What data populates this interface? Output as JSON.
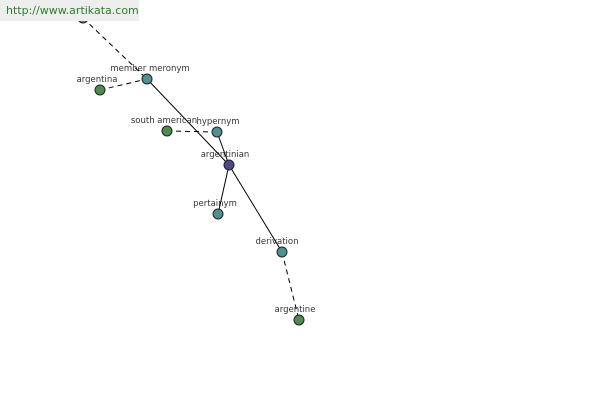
{
  "banner": {
    "text": "http://www.artikata.com"
  },
  "graph": {
    "colors": {
      "center": "#4a4a8c",
      "relation": "#4f9090",
      "word": "#4f8a4f"
    },
    "nodes": [
      {
        "id": "top",
        "label": "",
        "kind": "word"
      },
      {
        "id": "member-meronym",
        "label": "member meronym",
        "kind": "relation"
      },
      {
        "id": "argentina",
        "label": "argentina",
        "kind": "word"
      },
      {
        "id": "south-american",
        "label": "south american",
        "kind": "word"
      },
      {
        "id": "hypernym",
        "label": "hypernym",
        "kind": "relation"
      },
      {
        "id": "argentinian",
        "label": "argentinian",
        "kind": "center"
      },
      {
        "id": "pertainym",
        "label": "pertainym",
        "kind": "relation"
      },
      {
        "id": "derivation",
        "label": "derivation",
        "kind": "relation"
      },
      {
        "id": "argentine",
        "label": "argentine",
        "kind": "word"
      }
    ],
    "edges": [
      {
        "from": "top",
        "to": "member-meronym",
        "style": "dashed"
      },
      {
        "from": "argentina",
        "to": "member-meronym",
        "style": "dashed"
      },
      {
        "from": "member-meronym",
        "to": "argentinian",
        "style": "solid"
      },
      {
        "from": "south-american",
        "to": "hypernym",
        "style": "dashed"
      },
      {
        "from": "hypernym",
        "to": "argentinian",
        "style": "solid"
      },
      {
        "from": "argentinian",
        "to": "pertainym",
        "style": "solid"
      },
      {
        "from": "argentinian",
        "to": "derivation",
        "style": "solid"
      },
      {
        "from": "derivation",
        "to": "argentine",
        "style": "dashed"
      }
    ]
  }
}
